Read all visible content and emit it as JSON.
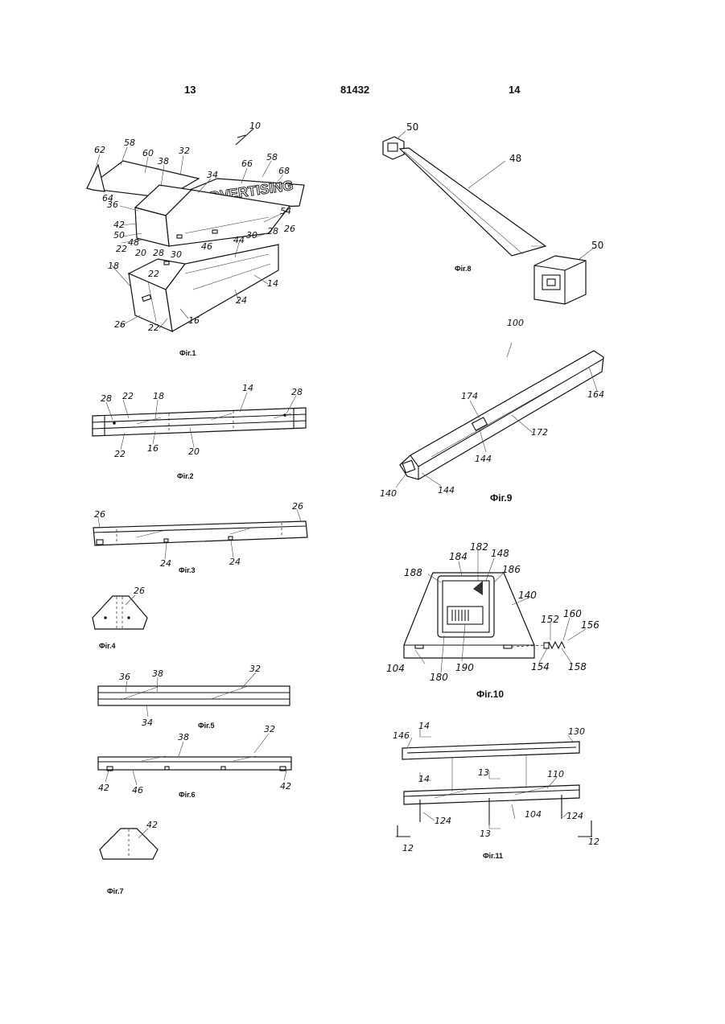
{
  "header": {
    "left_page": "13",
    "patent_no": "81432",
    "right_page": "14"
  },
  "figures": {
    "fig1": {
      "caption": "Фіг.1",
      "sign_text": "ADVERTISING",
      "labels": [
        "10",
        "58",
        "60",
        "32",
        "62",
        "64",
        "38",
        "34",
        "66",
        "58",
        "68",
        "36",
        "42",
        "50",
        "48",
        "46",
        "44",
        "30",
        "28",
        "26",
        "54",
        "22",
        "20",
        "28",
        "30",
        "18",
        "22",
        "26",
        "22",
        "24",
        "16",
        "14"
      ]
    },
    "fig2": {
      "caption": "Фіг.2",
      "labels": [
        "28",
        "22",
        "18",
        "14",
        "28",
        "22",
        "16",
        "20"
      ]
    },
    "fig3": {
      "caption": "Фіг.3",
      "labels": [
        "26",
        "26",
        "24",
        "24"
      ]
    },
    "fig4": {
      "caption": "Фіг.4",
      "labels": [
        "26"
      ]
    },
    "fig5": {
      "caption": "Фіг.5",
      "labels": [
        "36",
        "38",
        "32",
        "34"
      ]
    },
    "fig6": {
      "caption": "Фіг.6",
      "labels": [
        "38",
        "32",
        "42",
        "46",
        "42"
      ]
    },
    "fig7": {
      "caption": "Фіг.7",
      "labels": [
        "42"
      ]
    },
    "fig8": {
      "caption": "Фіг.8",
      "labels": [
        "50",
        "48",
        "50"
      ]
    },
    "fig9": {
      "caption": "Фіг.9",
      "labels": [
        "100",
        "164",
        "174",
        "172",
        "144",
        "140",
        "144"
      ]
    },
    "fig10": {
      "caption": "Фіг.10",
      "labels": [
        "188",
        "184",
        "182",
        "148",
        "186",
        "140",
        "152",
        "160",
        "156",
        "104",
        "180",
        "190",
        "154",
        "158"
      ]
    },
    "fig11": {
      "caption": "Фіг.11",
      "labels": [
        "146",
        "14",
        "130",
        "14",
        "13",
        "110",
        "124",
        "104",
        "124",
        "13",
        "12",
        "12"
      ]
    }
  }
}
